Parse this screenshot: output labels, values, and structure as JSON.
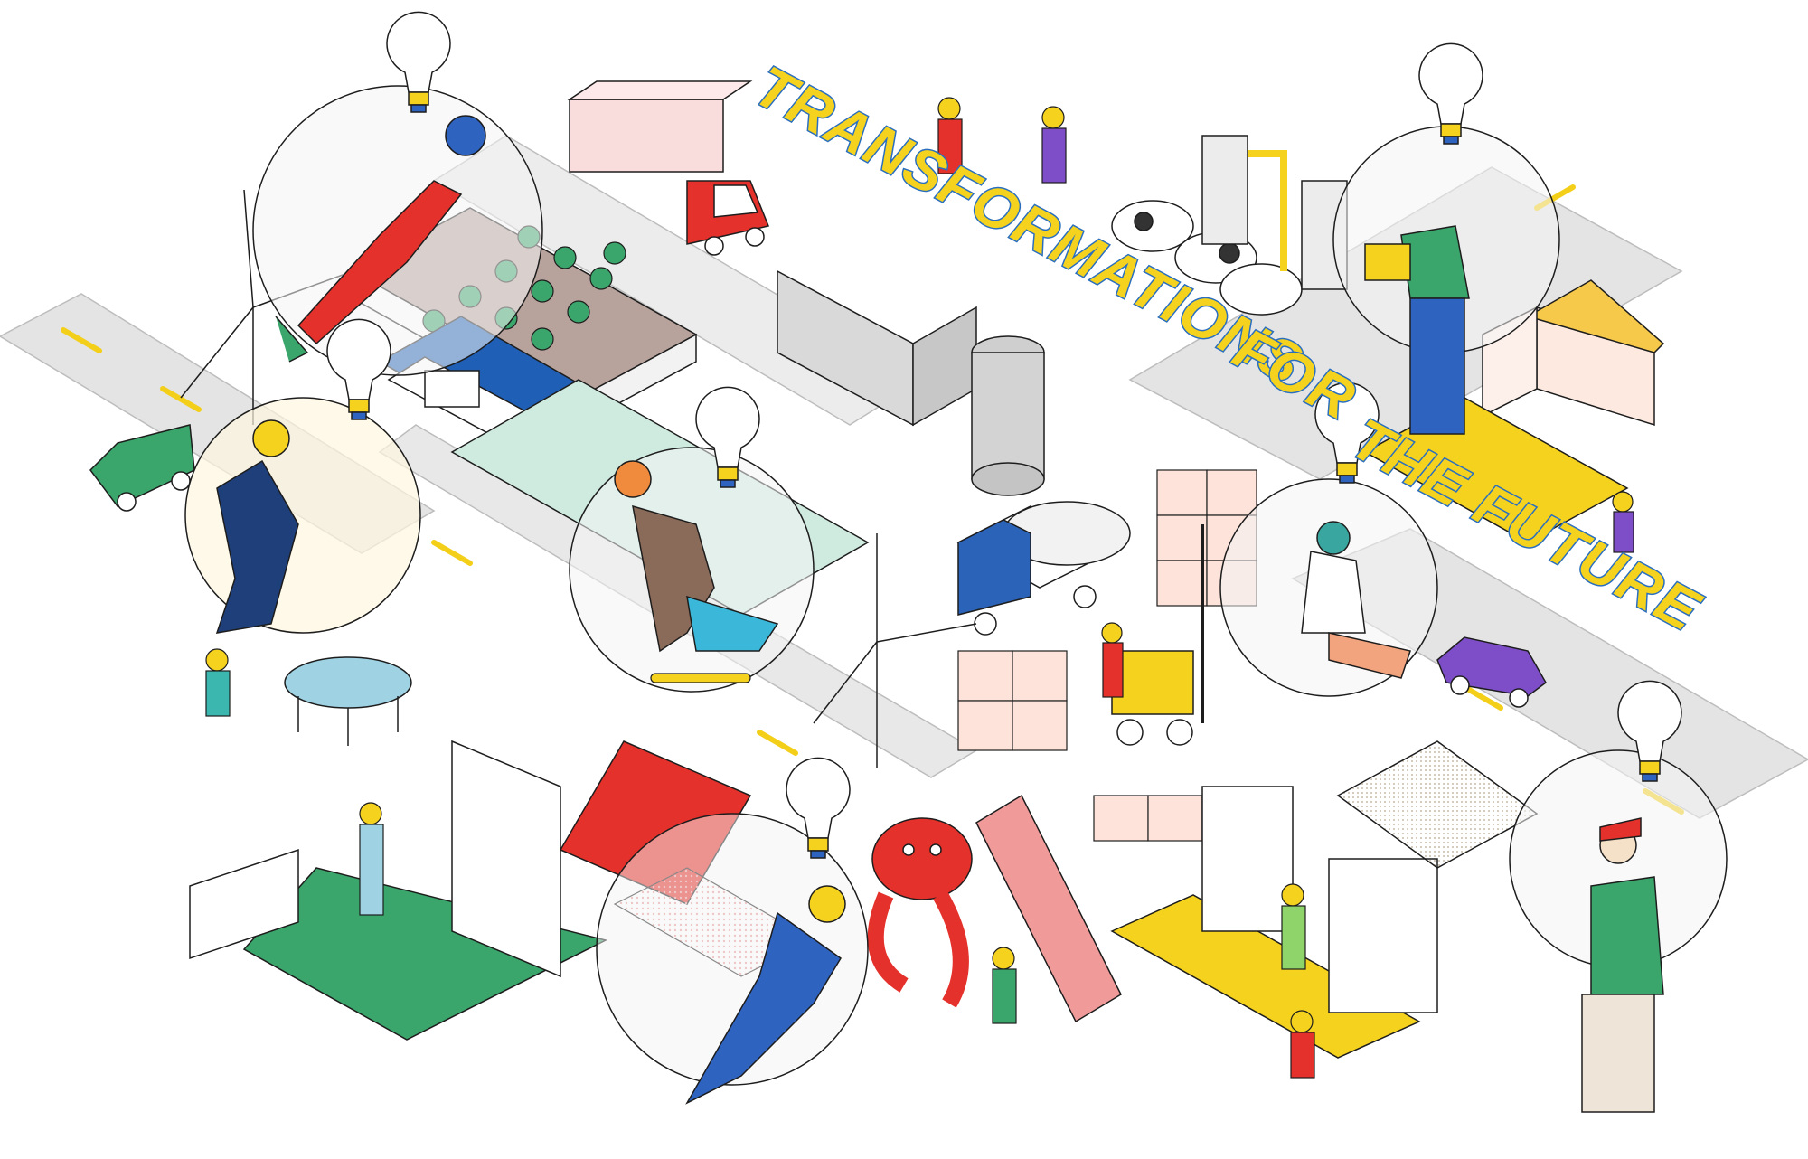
{
  "headline": {
    "line1": "TRANSFORMATIONS",
    "line2": "FOR",
    "line3": "THE FUTURE"
  },
  "colors": {
    "road": "#e4e4e4",
    "road_line": "#f3cf1a",
    "title_fill": "#f5d21e",
    "title_shadow": "#2a6fbf",
    "outline": "#1d1d1d",
    "bubble": "#f4f4f4"
  }
}
